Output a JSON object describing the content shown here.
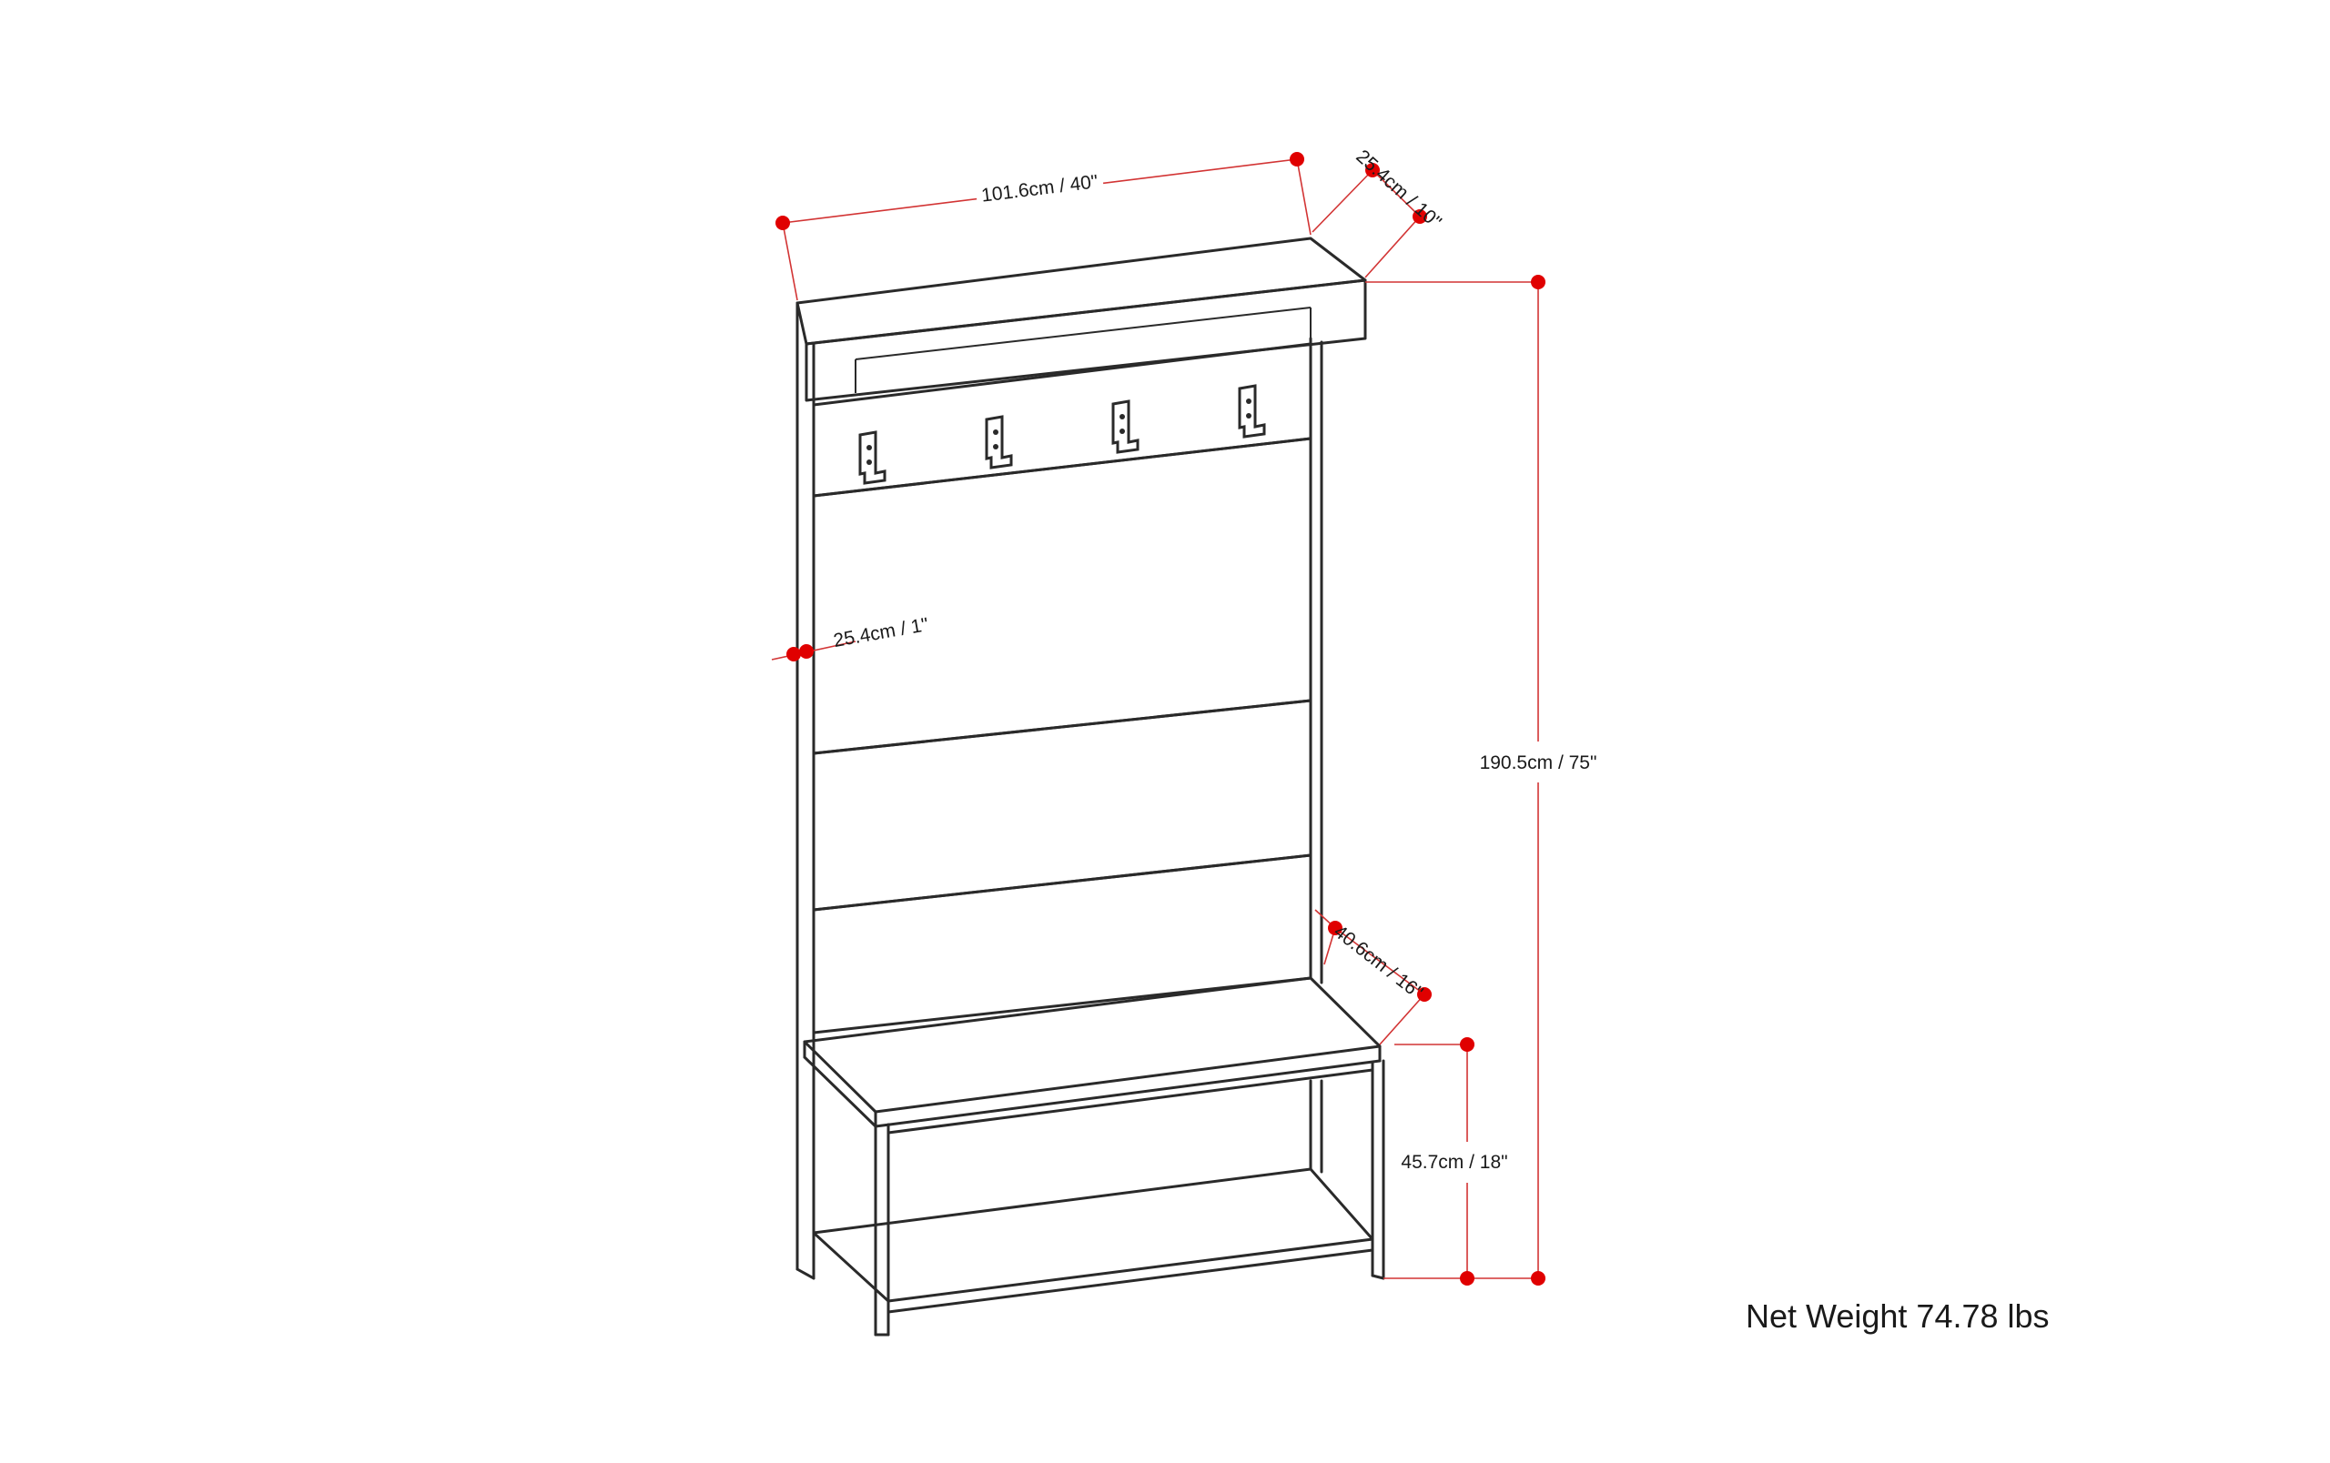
{
  "dimensions": {
    "width": "101.6cm / 40\"",
    "depth_top": "25.4cm / 10\"",
    "panel_thickness": "25.4cm / 1\"",
    "height": "190.5cm / 75\"",
    "bench_depth": "40.6cm / 16\"",
    "bench_height": "45.7cm / 18\""
  },
  "net_weight": "Net Weight 74.78 lbs",
  "colors": {
    "dimension_line": "#d23434",
    "dimension_dot": "#e00000",
    "outline": "#2a2a2a"
  },
  "hooks_count": 4
}
